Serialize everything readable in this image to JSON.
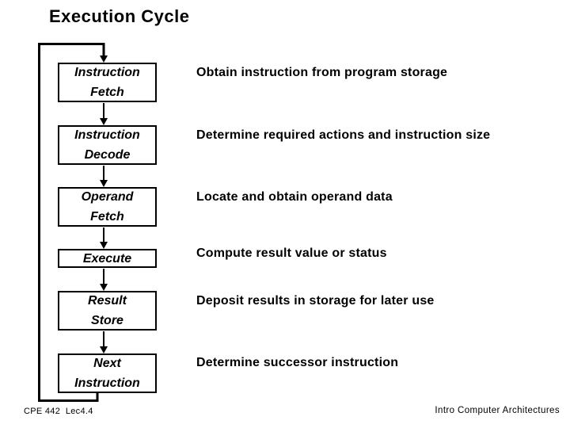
{
  "title": "Execution Cycle",
  "steps": [
    {
      "label_line1": "Instruction",
      "label_line2": "Fetch",
      "description": "Obtain instruction from program storage"
    },
    {
      "label_line1": "Instruction",
      "label_line2": "Decode",
      "description": "Determine required actions and instruction size"
    },
    {
      "label_line1": "Operand",
      "label_line2": "Fetch",
      "description": "Locate and obtain operand data"
    },
    {
      "label_line1": "Execute",
      "label_line2": "",
      "description": "Compute result value or status"
    },
    {
      "label_line1": "Result",
      "label_line2": "Store",
      "description": "Deposit results in storage for later use"
    },
    {
      "label_line1": "Next",
      "label_line2": "Instruction",
      "description": "Determine successor instruction"
    }
  ],
  "footer": {
    "left": "CPE 442  Lec4.4",
    "right": "Intro Computer Architectures"
  },
  "colors": {
    "background": "#ffffff",
    "text": "#000000",
    "line": "#000000"
  }
}
